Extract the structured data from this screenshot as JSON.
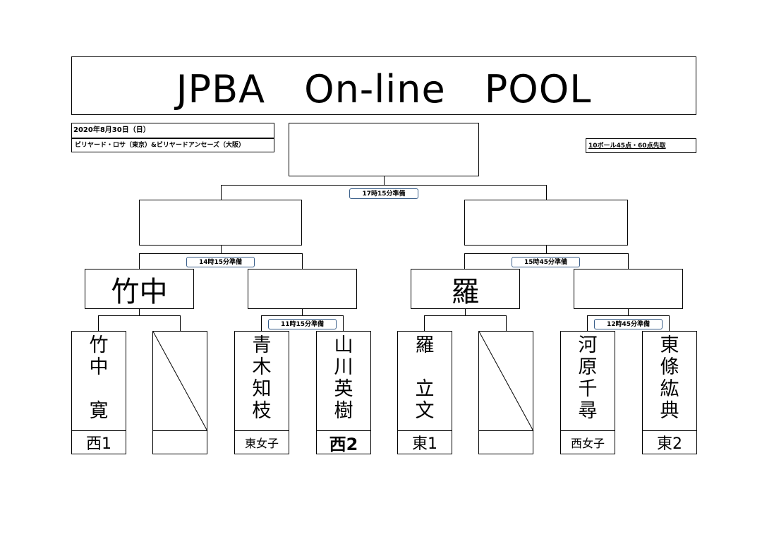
{
  "title": "JPBA　On-line　POOL",
  "date": "2020年8月30日（日）",
  "venue": "ビリヤード・ロサ（東京）&ビリヤードアンセーズ（大阪）",
  "rule": "10ボール45点・60点先取",
  "times": {
    "final": "17時15分準備",
    "semi_left": "14時15分準備",
    "semi_right": "15時45分準備",
    "qf_left": "11時15分準備",
    "qf_right": "12時45分準備"
  },
  "qf_winners": [
    "竹中",
    "",
    "羅",
    ""
  ],
  "players": [
    {
      "name": [
        "竹",
        "中",
        "",
        "寛"
      ],
      "label": "西1"
    },
    {
      "name": [],
      "label": ""
    },
    {
      "name": [
        "青",
        "木",
        "知",
        "枝"
      ],
      "label": "東女子"
    },
    {
      "name": [
        "山",
        "川",
        "英",
        "樹"
      ],
      "label": "西2"
    },
    {
      "name": [
        "羅",
        "",
        "立",
        "文"
      ],
      "label": "東1"
    },
    {
      "name": [],
      "label": ""
    },
    {
      "name": [
        "河",
        "原",
        "千",
        "尋"
      ],
      "label": "西女子"
    },
    {
      "name": [
        "東",
        "條",
        "紘",
        "典"
      ],
      "label": "東2"
    }
  ]
}
